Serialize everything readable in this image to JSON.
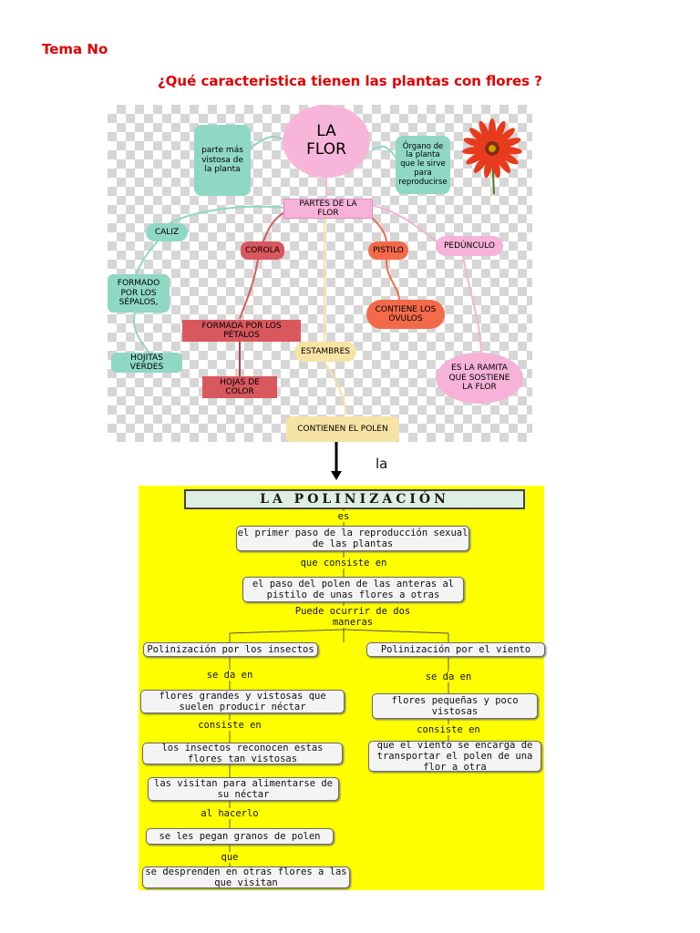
{
  "header": {
    "label": "Tema No",
    "question": "¿Qué caracteristica tienen las plantas con flores ?"
  },
  "mindmap": {
    "central": "LA FLOR",
    "left_note": "parte más vistosa de la planta",
    "right_note": "Órgano de la planta que le sirve para reproducirse",
    "parts": "PARTES DE LA FLOR",
    "caliz": "CALIZ",
    "caliz_desc": "FORMADO POR LOS SÉPALOS,",
    "caliz_leaves": "HOJITAS VERDES",
    "corola": "COROLA",
    "corola_desc": "FORMADA POR LOS PÉTALOS",
    "corola_leaves": "HOJAS DE COLOR",
    "pistilo": "PISTILO",
    "pistilo_desc": "CONTIENE LOS ÓVULOS",
    "pedunculo": "PEDÚNCULO",
    "pedunculo_desc": "ES LA RAMITA QUE SOSTIENE LA FLOR",
    "estambres": "ESTAMBRES",
    "estambres_desc": "CONTIENEN EL POLEN",
    "flower_image": "red-gerbera-flower",
    "colors": {
      "central": "#f7b6d9",
      "teal": "#8fd8c4",
      "red": "#d9585e",
      "orange": "#f36a4a",
      "yellow": "#f7e3a4",
      "pink": "#f6b2d8"
    }
  },
  "arrow_label": "la",
  "polinizacion": {
    "title": "LA POLINIZACIÓN",
    "es": "es",
    "def": "el primer paso de la reproducción sexual de las plantas",
    "que_consiste": "que consiste en",
    "paso": "el paso del polen de las anteras al pistilo de unas flores a otras",
    "puede": "Puede ocurrir de dos maneras",
    "insectos": {
      "title": "Polinización por los insectos",
      "se_da": "se da en",
      "flores": "flores grandes y vistosas que suelen producir néctar",
      "consiste": "consiste en",
      "reconocen": "los insectos reconocen estas flores tan vistosas",
      "visitan": "las visitan para alimentarse de su néctar",
      "al_hacerlo": "al hacerlo",
      "pegan": "se les pegan granos de polen",
      "que": "que",
      "desprenden": "se desprenden en otras flores a las que visitan"
    },
    "viento": {
      "title": "Polinización por el viento",
      "se_da": "se da en",
      "flores": "flores pequeñas y poco vistosas",
      "consiste": "consiste en",
      "encarga": "que el viento se encarga de transportar el polen de una flor a otra"
    },
    "background": "#ffff00"
  }
}
